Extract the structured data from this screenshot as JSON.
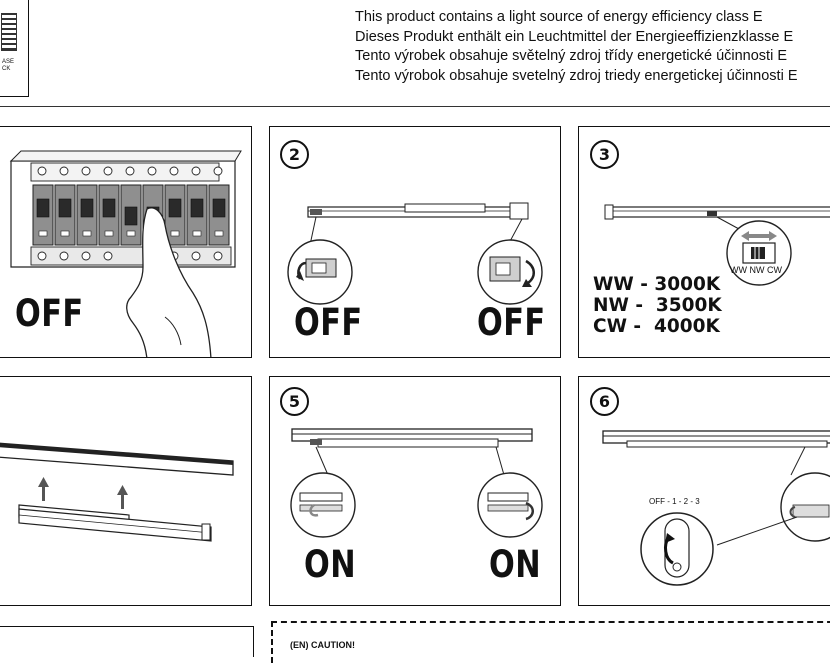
{
  "label_box": {
    "text_line1": "ASE",
    "text_line2": "CK"
  },
  "energy_notice": {
    "lines": [
      "This product contains a light source of energy efficiency class E",
      "Dieses Produkt enthält ein Leuchtmittel der Energieeffizienzklasse E",
      "Tento výrobek obsahuje světelný zdroj třídy energetické účinnosti E",
      "Tento výrobok obsahuje svetelný zdroj triedy energetickej účinnosti E"
    ]
  },
  "steps": {
    "step1": {
      "label": "OFF"
    },
    "step2": {
      "number": "2",
      "left_label": "OFF",
      "right_label": "OFF"
    },
    "step3": {
      "number": "3",
      "switch_labels": "WW NW CW",
      "temps": [
        "WW - 3000K",
        "NW -  3500K",
        "CW -  4000K"
      ]
    },
    "step5": {
      "number": "5",
      "left_label": "ON",
      "right_label": "ON"
    },
    "step6": {
      "number": "6",
      "dial_label": "OFF - 1 - 2 - 3"
    }
  },
  "caution": {
    "title": "(EN) CAUTION!"
  }
}
